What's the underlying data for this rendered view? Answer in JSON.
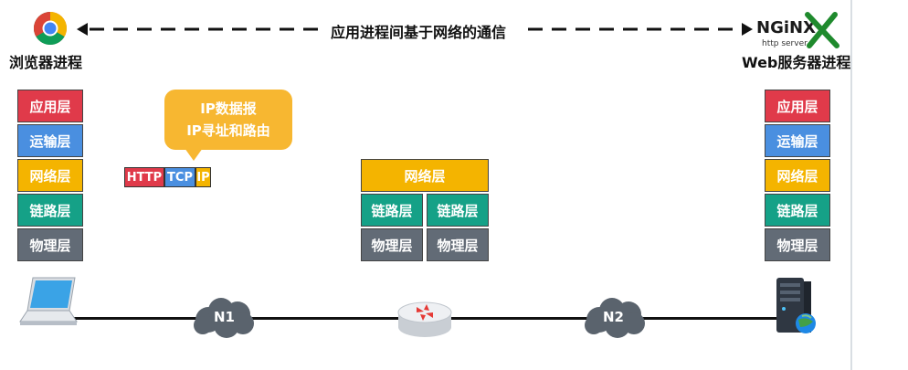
{
  "header": {
    "browser_process": "浏览器进程",
    "web_server_process": "Web服务器进程",
    "comm_label": "应用进程间基于网络的通信",
    "nginx_logo": "NGiNX",
    "nginx_sub": "http server"
  },
  "stack_layers": [
    "应用层",
    "运输层",
    "网络层",
    "链路层",
    "物理层"
  ],
  "packet": {
    "http": "HTTP",
    "tcp": "TCP",
    "ip": "IP"
  },
  "bubble": {
    "line1": "IP数据报",
    "line2": "IP寻址和路由"
  },
  "router_stack": {
    "network": "网络层",
    "link_left": "链路层",
    "link_right": "链路层",
    "phys_left": "物理层",
    "phys_right": "物理层"
  },
  "networks": {
    "n1": "N1",
    "n2": "N2"
  },
  "colors": {
    "application": "#e03a4a",
    "transport": "#4a8fe0",
    "network": "#f4b400",
    "link": "#15a187",
    "physical": "#626b76",
    "bubble": "#f7b731"
  },
  "icons": [
    "chrome-icon",
    "nginx-logo",
    "laptop-icon",
    "cloud-icon",
    "router-icon",
    "server-icon"
  ]
}
